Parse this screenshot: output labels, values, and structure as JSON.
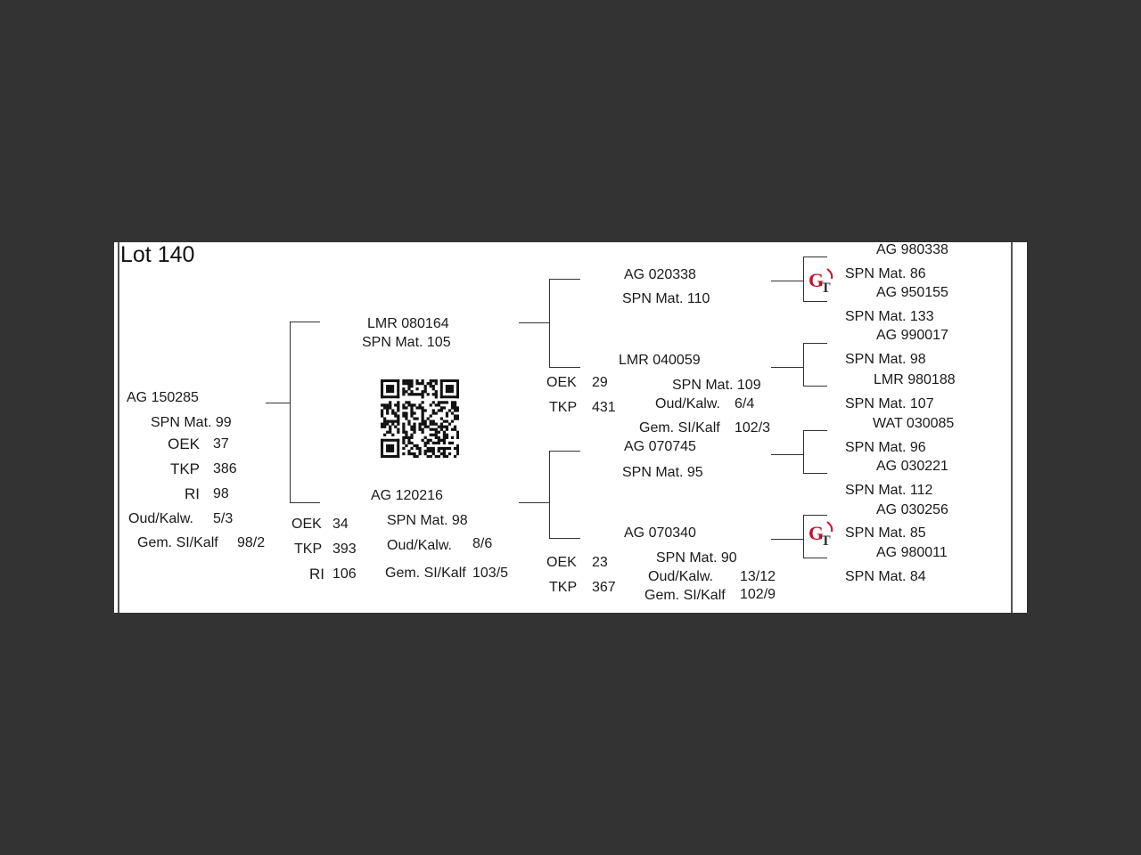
{
  "lot_title": "Lot 140",
  "animal": {
    "id": "AG  150285",
    "spn": "SPN Mat. 99",
    "oek_label": "OEK",
    "oek": "37",
    "tkp_label": "TKP",
    "tkp": "386",
    "ri_label": "RI",
    "ri": "98",
    "oud_label": "Oud/Kalw.",
    "oud": "5/3",
    "gem_label": "Gem. SI/Kalf",
    "gem": "98/2"
  },
  "sire": {
    "id": "LMR 080164",
    "spn": "SPN Mat. 105"
  },
  "dam": {
    "id": "AG  120216",
    "spn": "SPN Mat. 98",
    "oek_label": "OEK",
    "oek": "34",
    "tkp_label": "TKP",
    "tkp": "393",
    "ri_label": "RI",
    "ri": "106",
    "oud_label": "Oud/Kalw.",
    "oud": "8/6",
    "gem_label": "Gem. SI/Kalf",
    "gem": "103/5"
  },
  "sire_sire": {
    "id": "AG  020338",
    "spn": "SPN Mat. 110"
  },
  "sire_dam": {
    "id": "LMR 040059",
    "spn": "SPN Mat. 109",
    "oek_label": "OEK",
    "oek": "29",
    "tkp_label": "TKP",
    "tkp": "431",
    "oud_label": "Oud/Kalw.",
    "oud": "6/4",
    "gem_label": "Gem. SI/Kalf",
    "gem": "102/3"
  },
  "dam_sire": {
    "id": "AG  070745",
    "spn": "SPN Mat. 95"
  },
  "dam_dam": {
    "id": "AG  070340",
    "spn": "SPN Mat. 90",
    "oek_label": "OEK",
    "oek": "23",
    "tkp_label": "TKP",
    "tkp": "367",
    "oud_label": "Oud/Kalw.",
    "oud": "13/12",
    "gem_label": "Gem. SI/Kalf",
    "gem": "102/9"
  },
  "great": [
    {
      "id": "AG  980338",
      "spn": "SPN Mat. 86"
    },
    {
      "id": "AG  950155",
      "spn": "SPN Mat. 133"
    },
    {
      "id": "AG  990017",
      "spn": "SPN Mat. 98"
    },
    {
      "id": "LMR 980188",
      "spn": "SPN Mat. 107"
    },
    {
      "id": "WAT 030085",
      "spn": "SPN Mat. 96"
    },
    {
      "id": "AG  030221",
      "spn": "SPN Mat. 112"
    },
    {
      "id": "AG  030256",
      "spn": "SPN Mat. 85"
    },
    {
      "id": "AG  980011",
      "spn": "SPN Mat. 84"
    }
  ],
  "logo": {
    "text_g": "G",
    "text_t": "T",
    "color": "#c8102e"
  },
  "qr_icon": "qr-code"
}
